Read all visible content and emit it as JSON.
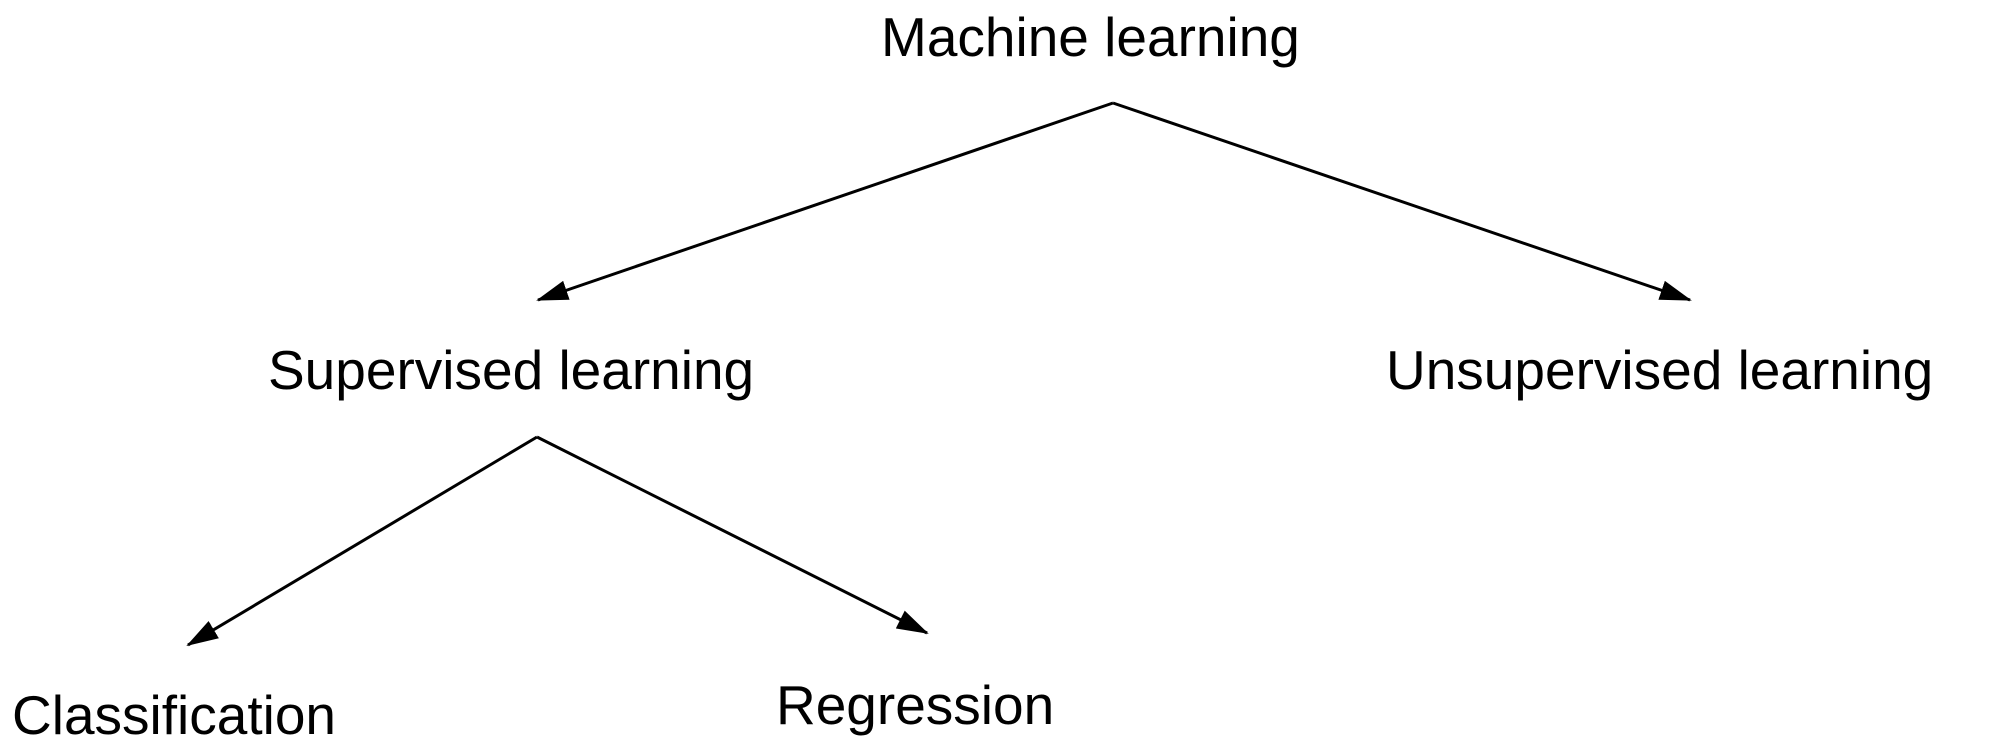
{
  "diagram": {
    "nodes": {
      "root": "Machine learning",
      "supervised": "Supervised learning",
      "unsupervised": "Unsupervised learning",
      "classification": "Classification",
      "regression": "Regression"
    },
    "edges": [
      {
        "from": "Machine learning",
        "to": "Supervised learning"
      },
      {
        "from": "Machine learning",
        "to": "Unsupervised learning"
      },
      {
        "from": "Supervised learning",
        "to": "Classification"
      },
      {
        "from": "Supervised learning",
        "to": "Regression"
      }
    ],
    "colors": {
      "line": "#000000",
      "text": "#000000",
      "background": "#ffffff"
    }
  }
}
